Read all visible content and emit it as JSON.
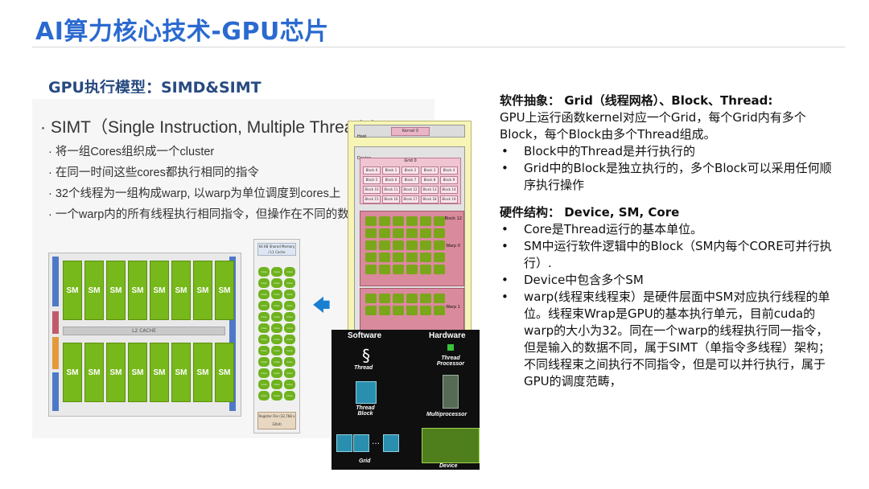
{
  "slide": {
    "title": "AI算力核心技术-GPU芯片",
    "subtitle": "GPU执行模型：SIMD&SIMT"
  },
  "left": {
    "simt_title": "· SIMT（Single Instruction, Multiple Threads)",
    "bullets": [
      "将一组Cores组织成一个cluster",
      "在同一时间这些cores都执行相同的指令",
      "32个线程为一组构成warp, 以warp为单位调度到cores上",
      "一个warp内的所有线程执行相同指令，但操作在不同的数据上"
    ],
    "chip": {
      "sm_label": "SM",
      "l2_label": "L2 CACHE"
    },
    "sm_detail": {
      "top_label": "64 KB Shared Memory / L1 Cache",
      "core_label": "Core",
      "bottom_label": "Register File (32,768 x 32bit)"
    },
    "model": {
      "host": "Host",
      "kernel": "Kernel 0",
      "device": "Device",
      "grid": "Grid 0",
      "blocks": [
        "Block 0",
        "Block 1",
        "Block 2",
        "Block 3",
        "Block 4",
        "Block 5",
        "Block 6",
        "Block 7",
        "Block 8",
        "Block 9",
        "Block 10",
        "Block 11",
        "Block 12",
        "Block 13",
        "Block 14",
        "Block 15",
        "Block 16",
        "Block 17",
        "Block 18",
        "Block 19"
      ],
      "block_tag": "Block 12",
      "warp_tags": [
        "Warp 0",
        "Warp 1"
      ]
    },
    "swhw": {
      "software": "Software",
      "hardware": "Hardware",
      "thread": "Thread",
      "thread_processor": "Thread Processor",
      "thread_block": "Thread Block",
      "multiprocessor": "Multiprocessor",
      "grid": "Grid",
      "device": "Device"
    }
  },
  "right": {
    "sec1_heading": "软件抽象： Grid（线程网格）、Block、Thread:",
    "sec1_intro": "GPU上运行函数kernel对应一个Grid，每个Grid内有多个Block，每个Block由多个Thread组成。",
    "sec1_items": [
      "Block中的Thread是并行执行的",
      "Grid中的Block是独立执行的，多个Block可以采用任何顺序执行操作"
    ],
    "sec2_heading": "硬件结构： Device, SM, Core",
    "sec2_items": [
      "Core是Thread运行的基本单位。",
      "SM中运行软件逻辑中的Block（SM内每个CORE可并行执行）.",
      "Device中包含多个SM",
      "warp(线程束线程束）是硬件层面中SM对应执行线程的单位。线程束Wrap是GPU的基本执行单元，目前cuda的warp的大小为32。同在一个warp的线程执行同一指令，但是输入的数据不同，属于SIMT（单指令多线程）架构；不同线程束之间执行不同指令，但是可以并行执行，属于GPU的调度范畴，"
    ]
  },
  "colors": {
    "title": "#2a6ad0",
    "sm_green": "#77b81b",
    "arrow": "#1a7fd0"
  }
}
